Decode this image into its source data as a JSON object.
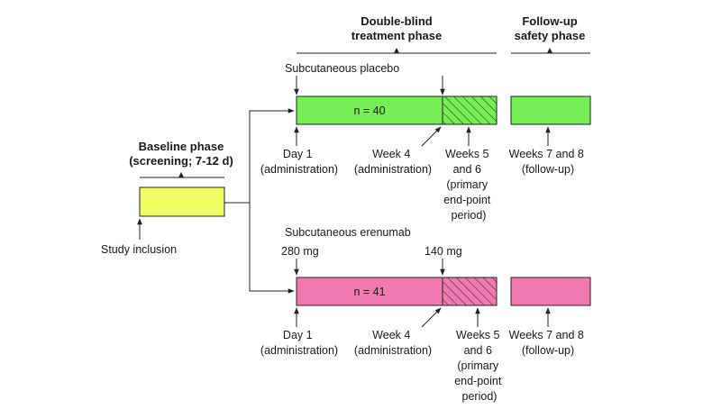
{
  "phases": {
    "baseline": {
      "line1": "Baseline phase",
      "line2": "(screening; 7-12 d)"
    },
    "double_blind": {
      "line1": "Double-blind",
      "line2": "treatment phase"
    },
    "follow_up": {
      "line1": "Follow-up",
      "line2": "safety phase"
    }
  },
  "study_inclusion": "Study inclusion",
  "placebo_arm": {
    "label": "Subcutaneous placebo",
    "n": "n = 40",
    "day1": [
      "Day 1",
      "(administration)"
    ],
    "week4": [
      "Week 4",
      "(administration)"
    ],
    "weeks56": [
      "Weeks 5",
      "and 6",
      "(primary",
      "end-point",
      "period)"
    ],
    "weeks78": [
      "Weeks 7 and 8",
      "(follow-up)"
    ]
  },
  "erenumab_arm": {
    "label": "Subcutaneous erenumab",
    "dose1": "280 mg",
    "dose2": "140 mg",
    "n": "n = 41",
    "day1": [
      "Day 1",
      "(administration)"
    ],
    "week4": [
      "Week 4",
      "(administration)"
    ],
    "weeks56": [
      "Weeks 5",
      "and 6",
      "(primary",
      "end-point",
      "period)"
    ],
    "weeks78": [
      "Weeks 7 and 8",
      "(follow-up)"
    ]
  },
  "colors": {
    "baseline": "#eeff66",
    "placebo": "#77ee55",
    "erenumab": "#f07ab0",
    "line": "#222222"
  }
}
